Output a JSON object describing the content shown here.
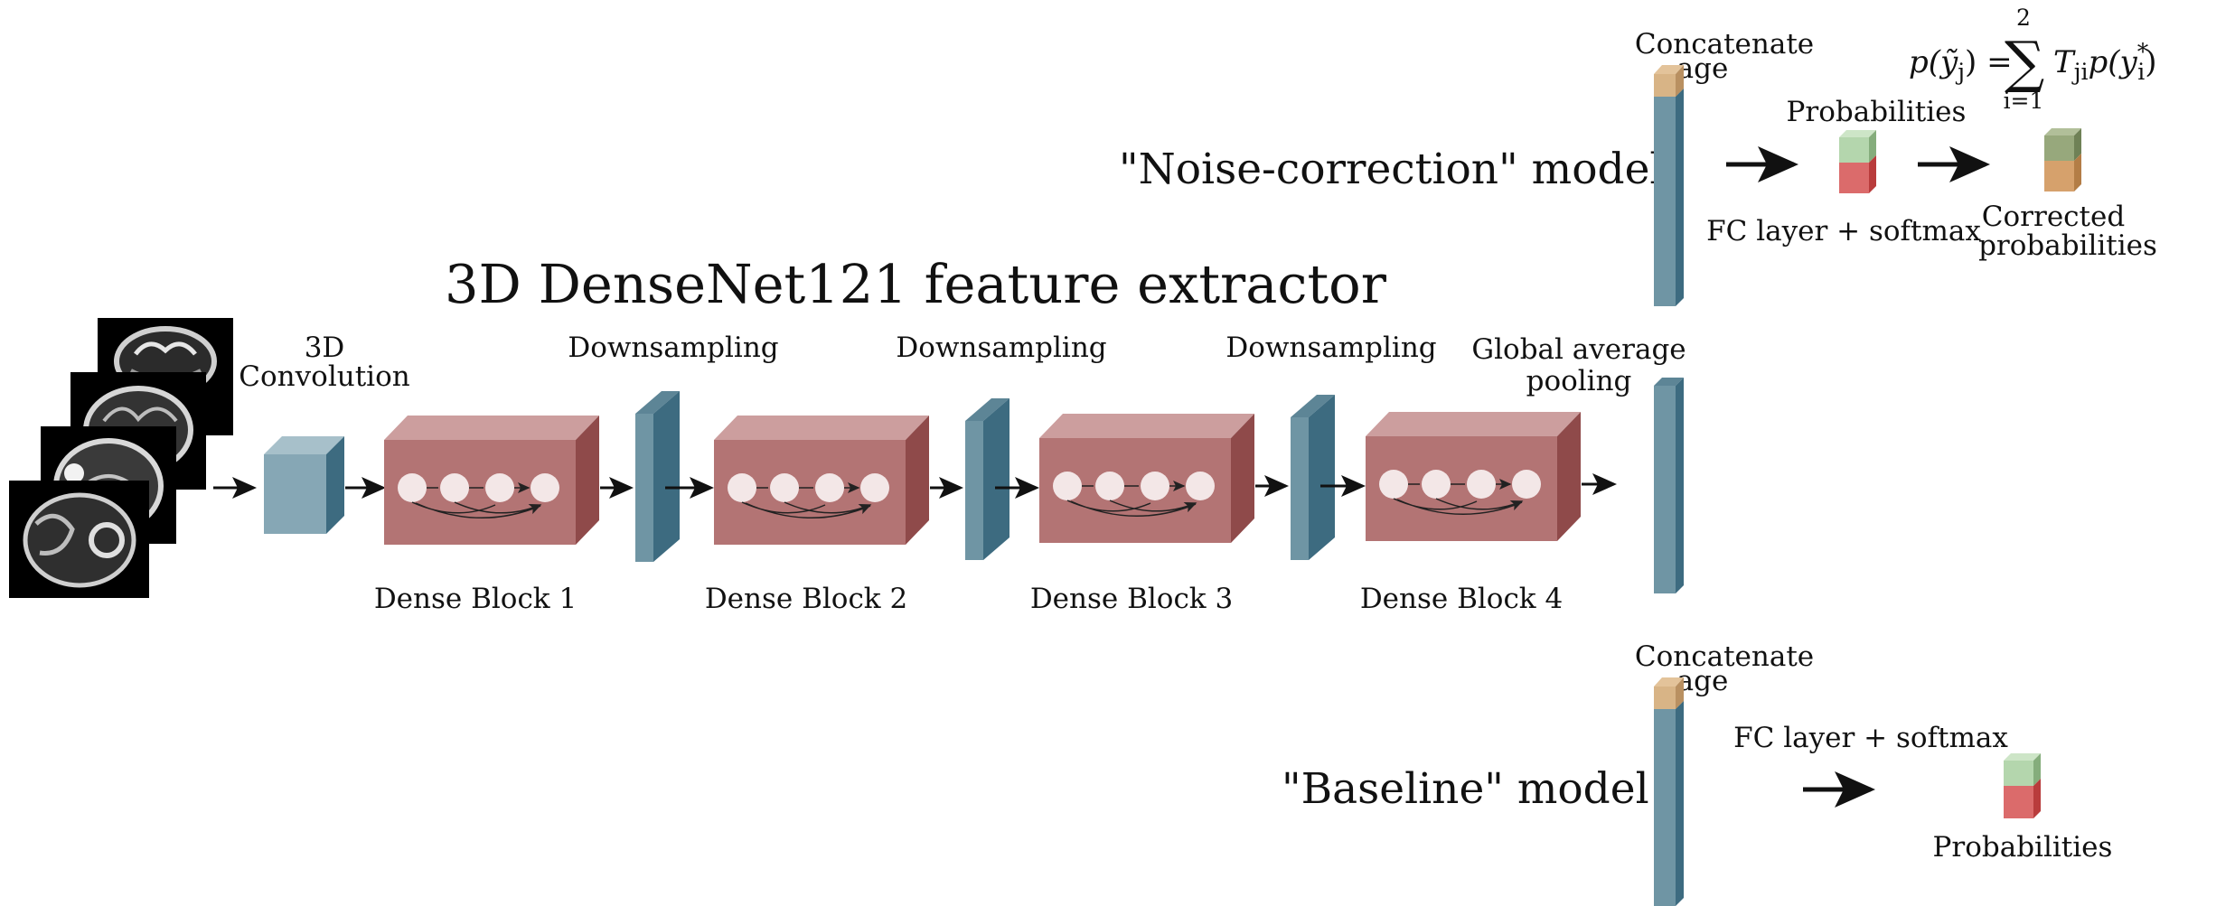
{
  "title": "3D DenseNet121 feature extractor",
  "labels": {
    "conv_line1": "3D",
    "conv_line2": "Convolution",
    "downsampling": "Downsampling",
    "gap_line1": "Global average",
    "gap_line2": "pooling",
    "dense_blocks": [
      "Dense Block 1",
      "Dense Block 2",
      "Dense Block 3",
      "Dense Block 4"
    ]
  },
  "noise_model": {
    "name": "\"Noise-correction\" model",
    "concat_line1": "Concatenate",
    "concat_line2": "age",
    "probabilities": "Probabilities",
    "fc": "FC layer + softmax",
    "corrected_line1": "Corrected",
    "corrected_line2": "probabilities",
    "equation": {
      "lhs": "p(ỹ",
      "lhs_sub": "j",
      "lhs_close": ") =",
      "sum_symbol": "∑",
      "sum_top": "2",
      "sum_bottom": "i=1",
      "term": "T",
      "term_sub": "ji",
      "rhs": "p(y",
      "rhs_sup": "*",
      "rhs_sub": "i",
      "rhs_close": ")"
    }
  },
  "baseline_model": {
    "name": "\"Baseline\" model",
    "concat_line1": "Concatenate",
    "concat_line2": "age",
    "fc": "FC layer + softmax",
    "probabilities": "Probabilities"
  },
  "colors": {
    "dense_front": "#b37474",
    "dense_top": "#cc9e9e",
    "dense_side": "#8f4a4a",
    "dense_circle": "#f3e7e7",
    "blue_front": "#6f95a4",
    "blue_side": "#3d6b80",
    "conv_front": "#86a7b5",
    "conv_top": "#a7c0ca",
    "age_front": "#d8b486",
    "age_side": "#b99061",
    "prob_green": "#b4d6ad",
    "prob_green_side": "#85ad7c",
    "prob_red": "#db6b6b",
    "prob_red_side": "#b93c3c",
    "corr_green": "#97a87c",
    "corr_orange": "#d6a16c"
  }
}
